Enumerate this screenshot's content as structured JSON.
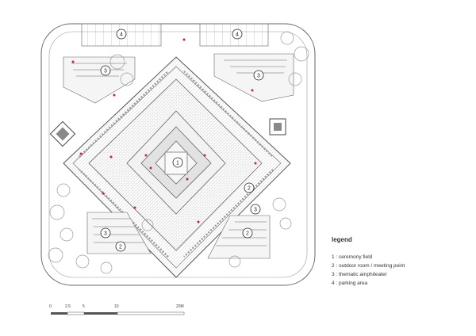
{
  "legend": {
    "title": "legend",
    "items": [
      "1 : ceremony field",
      "2 : outdoor room / meeting point",
      "3 : thematic amphiteater",
      "4 : parking area"
    ]
  },
  "scale_bar": {
    "ticks": [
      "0",
      "2.5",
      "5",
      "10",
      "20M"
    ]
  },
  "plan_markers": [
    {
      "number": "1",
      "area": "ceremony field"
    },
    {
      "number": "2",
      "area": "outdoor room east"
    },
    {
      "number": "2",
      "area": "outdoor room south-east"
    },
    {
      "number": "2",
      "area": "outdoor room south-west"
    },
    {
      "number": "3",
      "area": "amphiteater north-west"
    },
    {
      "number": "3",
      "area": "amphiteater north-east"
    },
    {
      "number": "3",
      "area": "amphiteater south-west"
    },
    {
      "number": "3",
      "area": "amphiteater south-east"
    },
    {
      "number": "4",
      "area": "parking north-west"
    },
    {
      "number": "4",
      "area": "parking north-east"
    }
  ],
  "colors": {
    "line": "#555555",
    "hatch": "#cccccc",
    "planting": "#9a9a9a",
    "accent": "#cc2233"
  }
}
